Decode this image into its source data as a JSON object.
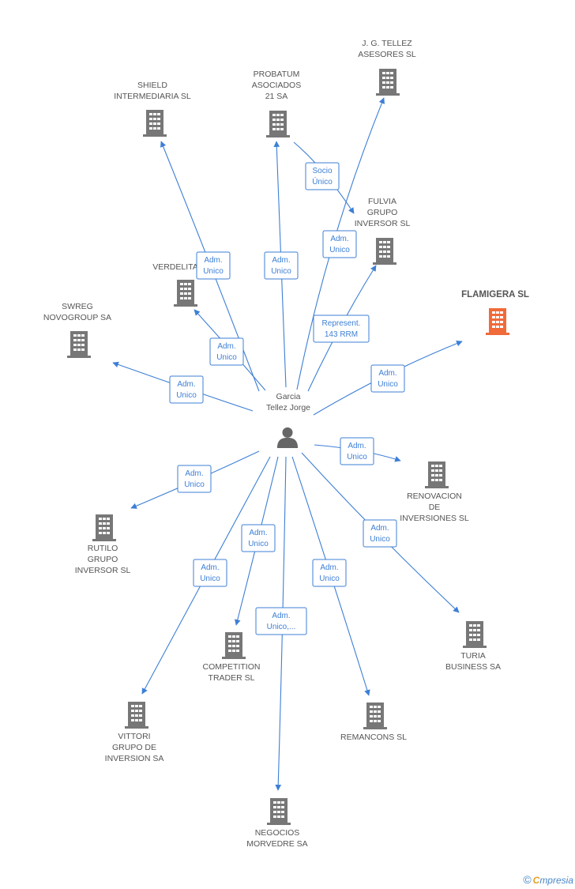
{
  "colors": {
    "edge": "#3d7fd6",
    "company": "#777777",
    "highlight": "#f06a3a",
    "person": "#666666"
  },
  "center": {
    "name_lines": [
      "Garcia",
      "Tellez Jorge"
    ],
    "icon": "person-icon"
  },
  "companies": [
    {
      "id": "jg-tellez",
      "name_lines": [
        "J. G. TELLEZ",
        "ASESORES SL"
      ],
      "highlight": false
    },
    {
      "id": "probatum",
      "name_lines": [
        "PROBATUM",
        "ASOCIADOS",
        "21 SA"
      ],
      "highlight": false
    },
    {
      "id": "shield",
      "name_lines": [
        "SHIELD",
        "INTERMEDIARIA SL"
      ],
      "highlight": false
    },
    {
      "id": "fulvia",
      "name_lines": [
        "FULVIA",
        "GRUPO",
        "INVERSOR SL"
      ],
      "highlight": false
    },
    {
      "id": "verdelita",
      "name_lines": [
        "VERDELITA"
      ],
      "highlight": false
    },
    {
      "id": "flamigera",
      "name_lines": [
        "FLAMIGERA SL"
      ],
      "highlight": true
    },
    {
      "id": "swreg",
      "name_lines": [
        "SWREG",
        "NOVOGROUP SA"
      ],
      "highlight": false
    },
    {
      "id": "renovacion",
      "name_lines": [
        "RENOVACION",
        "DE",
        "INVERSIONES SL"
      ],
      "highlight": false
    },
    {
      "id": "rutilo",
      "name_lines": [
        "RUTILO",
        "GRUPO",
        "INVERSOR SL"
      ],
      "highlight": false
    },
    {
      "id": "turia",
      "name_lines": [
        "TURIA",
        "BUSINESS SA"
      ],
      "highlight": false
    },
    {
      "id": "competition",
      "name_lines": [
        "COMPETITION",
        "TRADER SL"
      ],
      "highlight": false
    },
    {
      "id": "vittori",
      "name_lines": [
        "VITTORI",
        "GRUPO DE",
        "INVERSION SA"
      ],
      "highlight": false
    },
    {
      "id": "remancons",
      "name_lines": [
        "REMANCONS SL"
      ],
      "highlight": false
    },
    {
      "id": "negocios",
      "name_lines": [
        "NEGOCIOS",
        "MORVEDRE SA"
      ],
      "highlight": false
    }
  ],
  "relations": [
    {
      "from": "center",
      "to": "shield",
      "label_lines": [
        "Adm.",
        "Unico"
      ]
    },
    {
      "from": "center",
      "to": "probatum",
      "label_lines": [
        "Adm.",
        "Unico"
      ]
    },
    {
      "from": "probatum",
      "to": "fulvia",
      "label_lines": [
        "Socio",
        "Único"
      ]
    },
    {
      "from": "center",
      "to": "jg-tellez",
      "label_lines": [
        "Adm.",
        "Unico"
      ]
    },
    {
      "from": "center",
      "to": "fulvia",
      "label_lines": [
        "Represent.",
        "143 RRM"
      ]
    },
    {
      "from": "center",
      "to": "verdelita",
      "label_lines": [
        "Adm.",
        "Unico"
      ]
    },
    {
      "from": "center",
      "to": "swreg",
      "label_lines": [
        "Adm.",
        "Unico"
      ]
    },
    {
      "from": "center",
      "to": "flamigera",
      "label_lines": [
        "Adm.",
        "Unico"
      ]
    },
    {
      "from": "center",
      "to": "renovacion",
      "label_lines": [
        "Adm.",
        "Unico"
      ]
    },
    {
      "from": "center",
      "to": "rutilo",
      "label_lines": [
        "Adm.",
        "Unico"
      ]
    },
    {
      "from": "center",
      "to": "turia",
      "label_lines": [
        "Adm.",
        "Unico"
      ]
    },
    {
      "from": "center",
      "to": "competition",
      "label_lines": [
        "Adm.",
        "Unico"
      ]
    },
    {
      "from": "center",
      "to": "vittori",
      "label_lines": [
        "Adm.",
        "Unico"
      ]
    },
    {
      "from": "center",
      "to": "remancons",
      "label_lines": [
        "Adm.",
        "Unico"
      ]
    },
    {
      "from": "center",
      "to": "negocios",
      "label_lines": [
        "Adm.",
        "Unico,..."
      ]
    }
  ],
  "watermark": {
    "copyright": "©",
    "brand_first": "C",
    "brand_rest": "mpresia"
  }
}
